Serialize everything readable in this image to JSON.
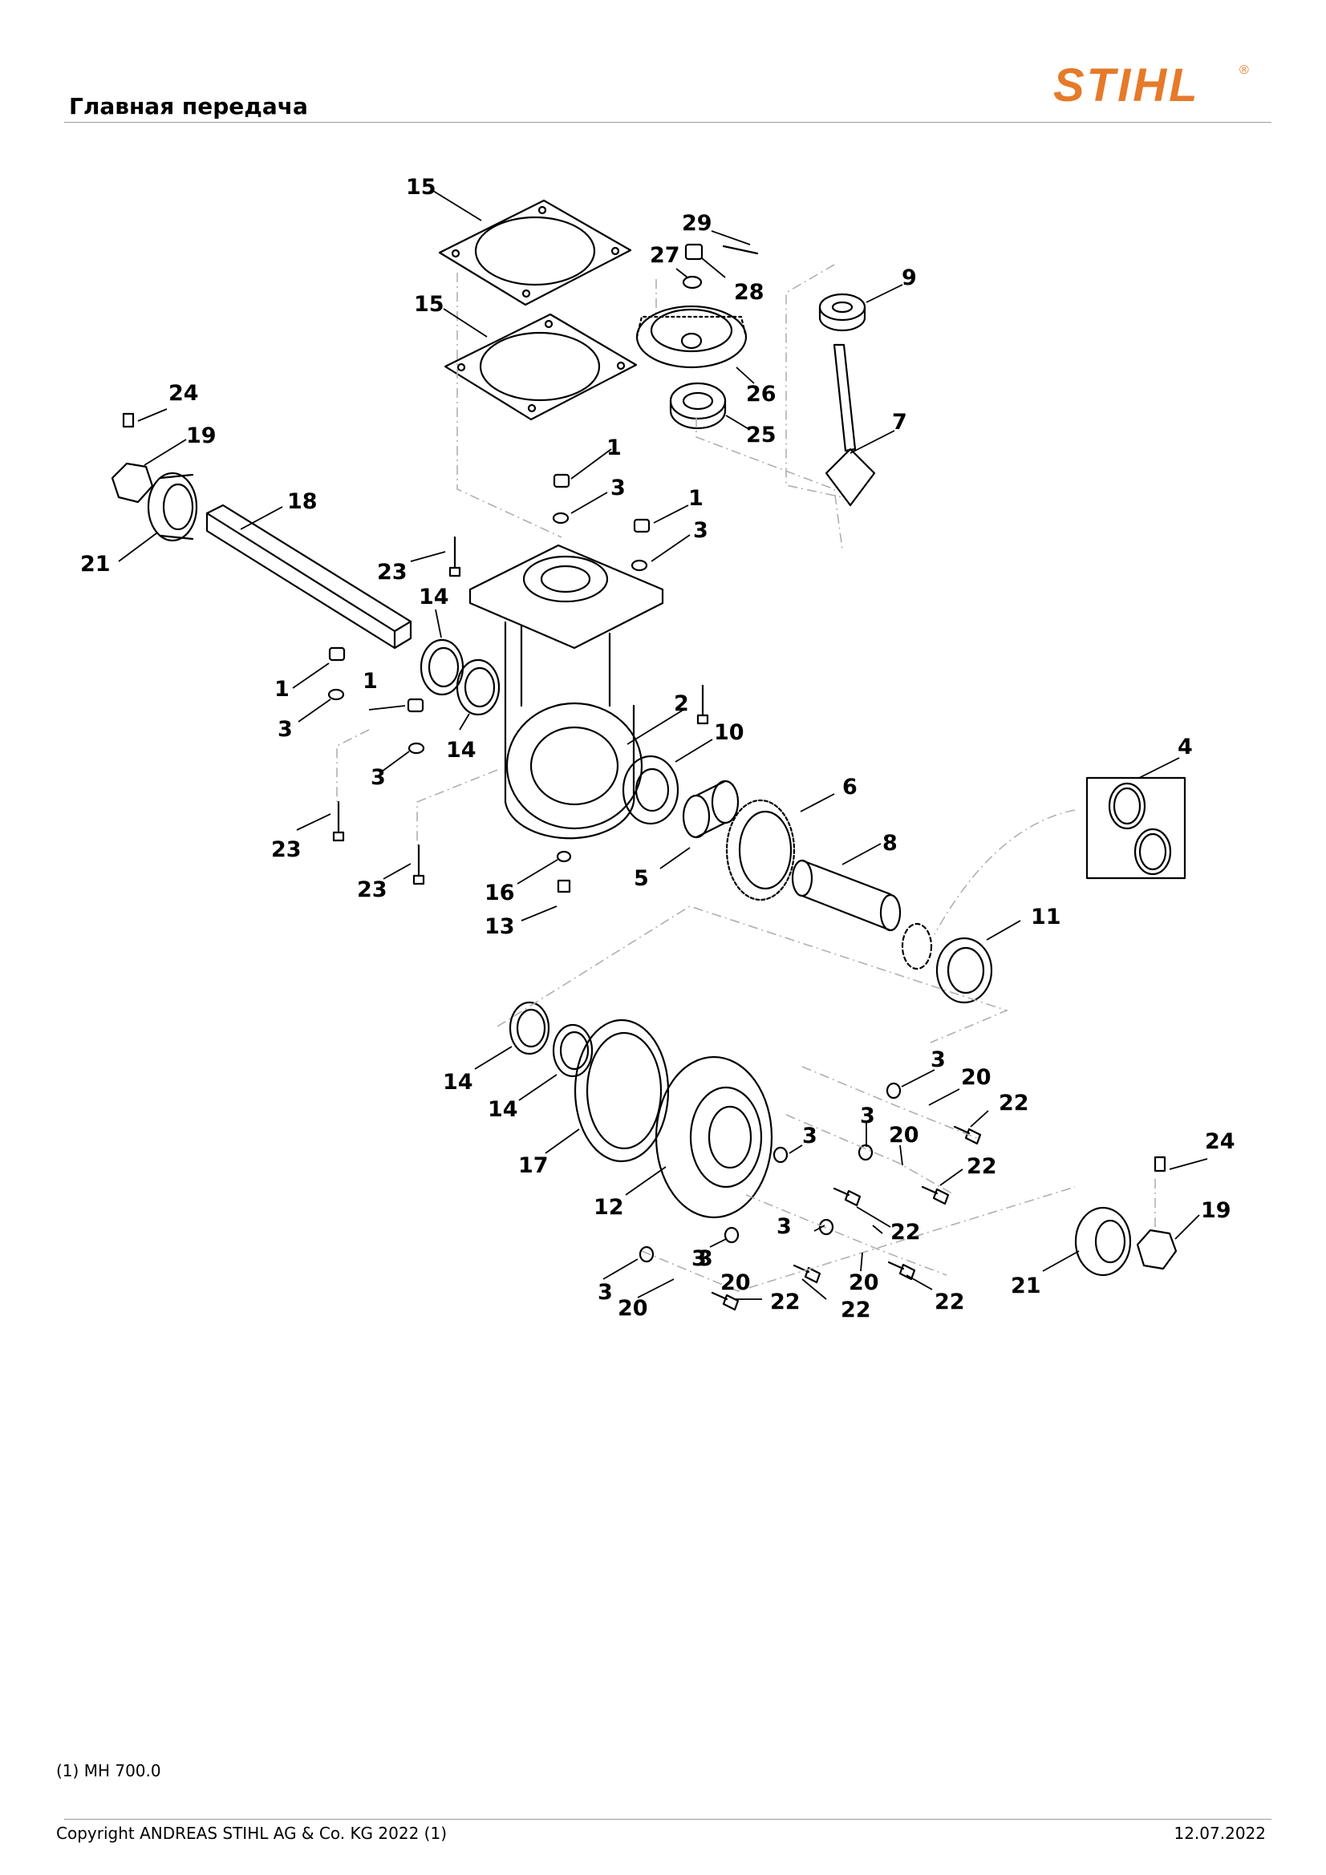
{
  "header": {
    "title": "Главная передача",
    "logo_text": "STIHL",
    "logo_mark": "®"
  },
  "colors": {
    "brand_orange": "#E57A2A",
    "rule_gray": "#9a9a9a",
    "leader_gray": "#b0b0b0"
  },
  "diagram": {
    "callouts": [
      "15",
      "15",
      "29",
      "27",
      "28",
      "9",
      "26",
      "25",
      "24",
      "19",
      "18",
      "21",
      "7",
      "1",
      "3",
      "1",
      "3",
      "23",
      "14",
      "14",
      "1",
      "3",
      "1",
      "3",
      "23",
      "23",
      "2",
      "10",
      "6",
      "5",
      "8",
      "16",
      "13",
      "4",
      "11",
      "14",
      "14",
      "17",
      "12",
      "3",
      "20",
      "22",
      "3",
      "20",
      "22",
      "3",
      "20",
      "22",
      "3",
      "3",
      "20",
      "22",
      "3",
      "20",
      "22",
      "3",
      "20",
      "22",
      "24",
      "19",
      "21"
    ]
  },
  "footer": {
    "note": "(1) MH 700.0",
    "copyright": "Copyright ANDREAS STIHL AG & Co. KG 2022 (1)",
    "date": "12.07.2022"
  }
}
